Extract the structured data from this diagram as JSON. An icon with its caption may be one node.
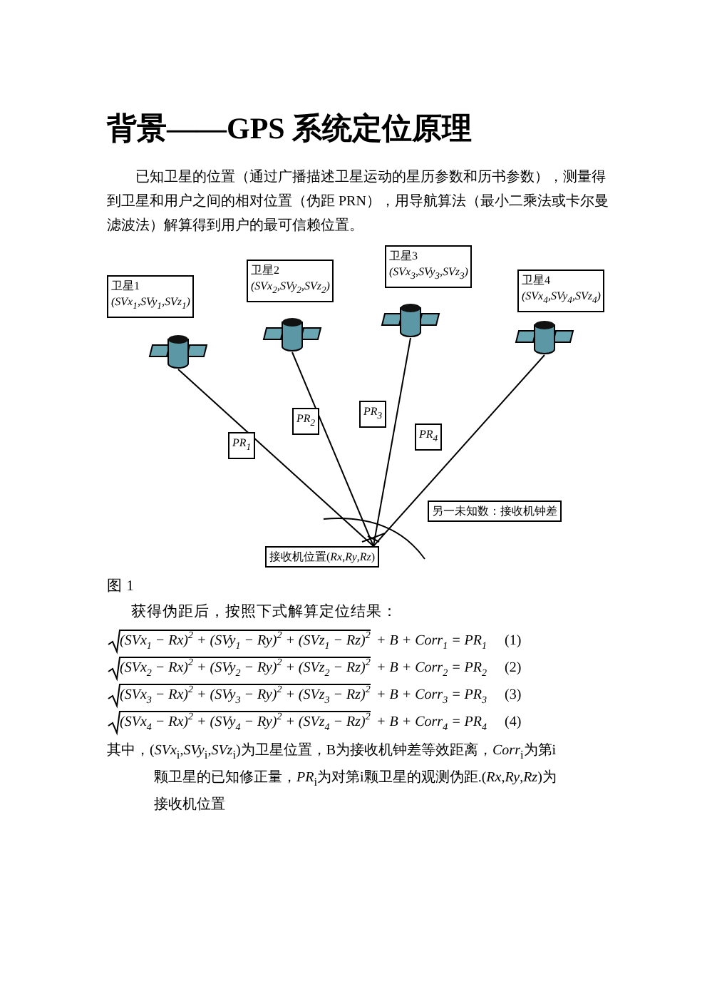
{
  "diagram": {
    "title": "背景——GPS 系统定位原理",
    "nodes": [
      {
        "text": [
          "卫星1",
          "(SVx$_{1}$,SVy$_{1}$,SVz$_{1}$)"
        ]
      },
      {
        "text": [
          "卫星2",
          "(SVx$_{2}$,SVy$_{2}$,SVz$_{2}$)"
        ]
      },
      {
        "text": [
          "卫星3",
          "(SVx$_{3}$,SVy$_{3}$,SVz$_{3}$)"
        ]
      },
      {
        "text": [
          "卫星4",
          "(SVx$_{4}$,SVy$_{4}$,SVz$_{4}$)"
        ]
      },
      {
        "text": [],
        "shape": "picture"
      },
      {
        "text": [],
        "shape": "picture"
      },
      {
        "text": [],
        "shape": "picture"
      },
      {
        "text": [],
        "shape": "picture"
      },
      {
        "text": [
          "另一未知数：接收机钟差"
        ]
      },
      {
        "text": [
          "接收机位置(*Rx*,*Ry*,*Rz*)"
        ]
      }
    ],
    "edges": [
      {
        "from": 4,
        "to": 9,
        "arrow": "none",
        "label": "PR$_{1}$"
      },
      {
        "from": 5,
        "to": 9,
        "arrow": "none",
        "label": "PR$_{2}$"
      },
      {
        "from": 6,
        "to": 9,
        "arrow": "none",
        "label": "PR$_{3}$"
      },
      {
        "from": 7,
        "to": 9,
        "arrow": "none",
        "label": "PR$_{4}$"
      }
    ],
    "labels": [
      "已知卫星的位置（通过广播描述卫星运动的星历参数和历书参数），测量得到卫星和用户之间的相对位置（伪距 PRN），用导航算法（最小二乘法或卡尔曼滤波法）解算得到用户的最可信赖位置。",
      "图 1",
      "获得伪距后，按照下式解算定位结果：",
      "(SVx$_{1}$ − Rx)$^{2}$ + (SVy$_{1}$ − Ry)$^{2}$ + (SVz$_{1}$ − Rz)$^{2}$",
      "+ B + Corr$_{1}$ = PR$_{1}$",
      "(1)",
      "(SVx$_{2}$ − Rx)$^{2}$ + (SVy$_{2}$ − Ry)$^{2}$ + (SVz$_{2}$ − Rz)$^{2}$",
      "+ B + Corr$_{2}$ = PR$_{2}$",
      "(2)",
      "(SVx$_{3}$ − Rx)$^{2}$ + (SVy$_{3}$ − Ry)$^{2}$ + (SVz$_{3}$ − Rz)$^{2}$",
      "+ B + Corr$_{3}$ = PR$_{3}$",
      "(3)",
      "(SVx$_{4}$ − Rx)$^{2}$ + (SVy$_{4}$ − Ry)$^{2}$ + (SVz$_{4}$ − Rz)$^{2}$",
      "+ B + Corr$_{4}$ = PR$_{4}$",
      "(4)",
      "其中，(*SVx*$_{i}$,*SVy*$_{i}$,*SVz*$_{i}$)为卫星位置，B为接收机钟差等效距离，*Corr*$_{i}$为第i颗卫星的已知修正量，*PR*$_{i}$为对第i颗卫星的观测伪距.(*Rx*,*Ry*,*Rz*)为接收机位置"
    ]
  }
}
